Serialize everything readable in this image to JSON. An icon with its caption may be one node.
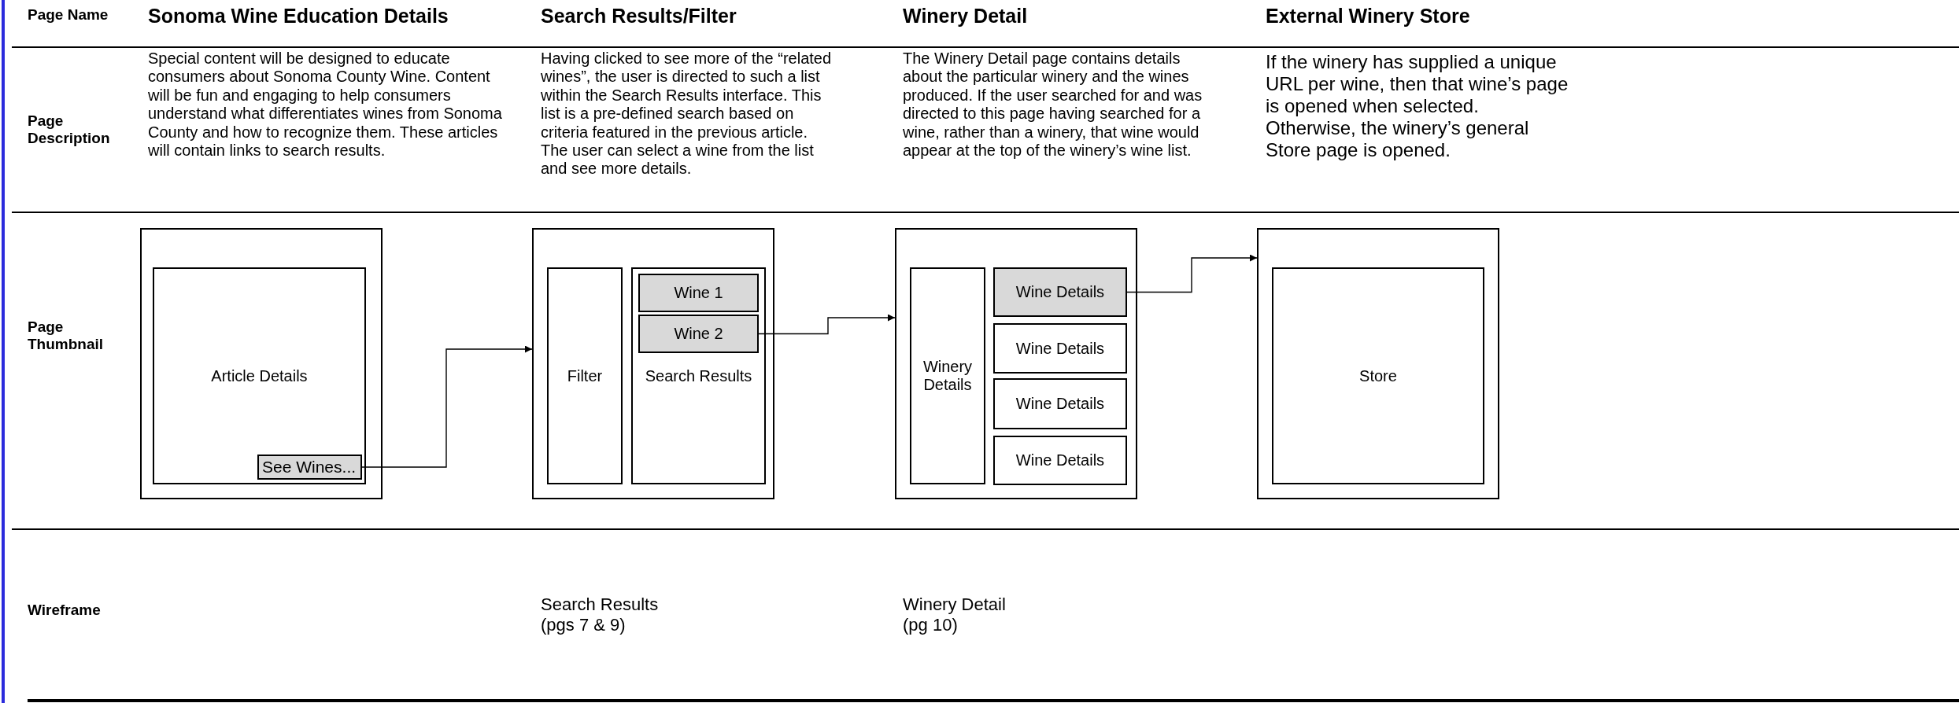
{
  "diagram": {
    "nodes": [
      {
        "text": [],
        "shape": "box"
      },
      {
        "text": [
          "Article Details"
        ],
        "in": 0
      },
      {
        "text": [
          "See Wines..."
        ],
        "in": 1
      },
      {
        "text": [],
        "shape": "box"
      },
      {
        "text": [
          "Filter"
        ],
        "in": 3
      },
      {
        "text": [
          "Search Results"
        ],
        "in": 3
      },
      {
        "text": [
          "Wine 1"
        ],
        "in": 5
      },
      {
        "text": [
          "Wine 2"
        ],
        "in": 5
      },
      {
        "text": [],
        "shape": "box"
      },
      {
        "text": [
          "Winery Details"
        ],
        "in": 8
      },
      {
        "text": [
          "Wine Details"
        ],
        "in": 8
      },
      {
        "text": [
          "Wine Details"
        ],
        "in": 8
      },
      {
        "text": [
          "Wine Details"
        ],
        "in": 8
      },
      {
        "text": [
          "Wine Details"
        ],
        "in": 8
      },
      {
        "text": [],
        "shape": "box"
      },
      {
        "text": [
          "Store"
        ],
        "in": 14
      }
    ],
    "edges": [
      {
        "from": 2,
        "to": 3,
        "arrow": "to"
      },
      {
        "from": 7,
        "to": 8,
        "arrow": "to"
      },
      {
        "from": 10,
        "to": 14,
        "arrow": "to"
      }
    ],
    "labels": [
      "Page Name",
      "Sonoma Wine Education Details",
      "Search Results/Filter",
      "Winery Detail",
      "External Winery Store",
      "Page Description",
      "Special content will be designed to educate consumers about Sonoma County Wine. Content will be fun and engaging to help consumers understand what differentiates wines from Sonoma County and how to recognize them. These articles will contain links to search results.",
      "Having clicked to see more of the “related wines”, the user is directed to such a list within the Search Results interface. This list is a pre-defined search based on criteria featured in the previous article. The user can select a wine from the list and see more details.",
      "The Winery Detail page contains details about the particular winery and the wines produced. If the user searched for and was directed to this page having searched for a wine, rather than a winery, that wine would appear at the top of the winery’s wine list.",
      "If the winery has supplied a unique URL per wine, then that wine’s page is opened when selected. Otherwise, the winery’s general Store page is opened.",
      "Page Thumbnail",
      "Wireframe",
      "Search Results (pgs 7 & 9)",
      "Winery Detail (pg 10)"
    ]
  }
}
